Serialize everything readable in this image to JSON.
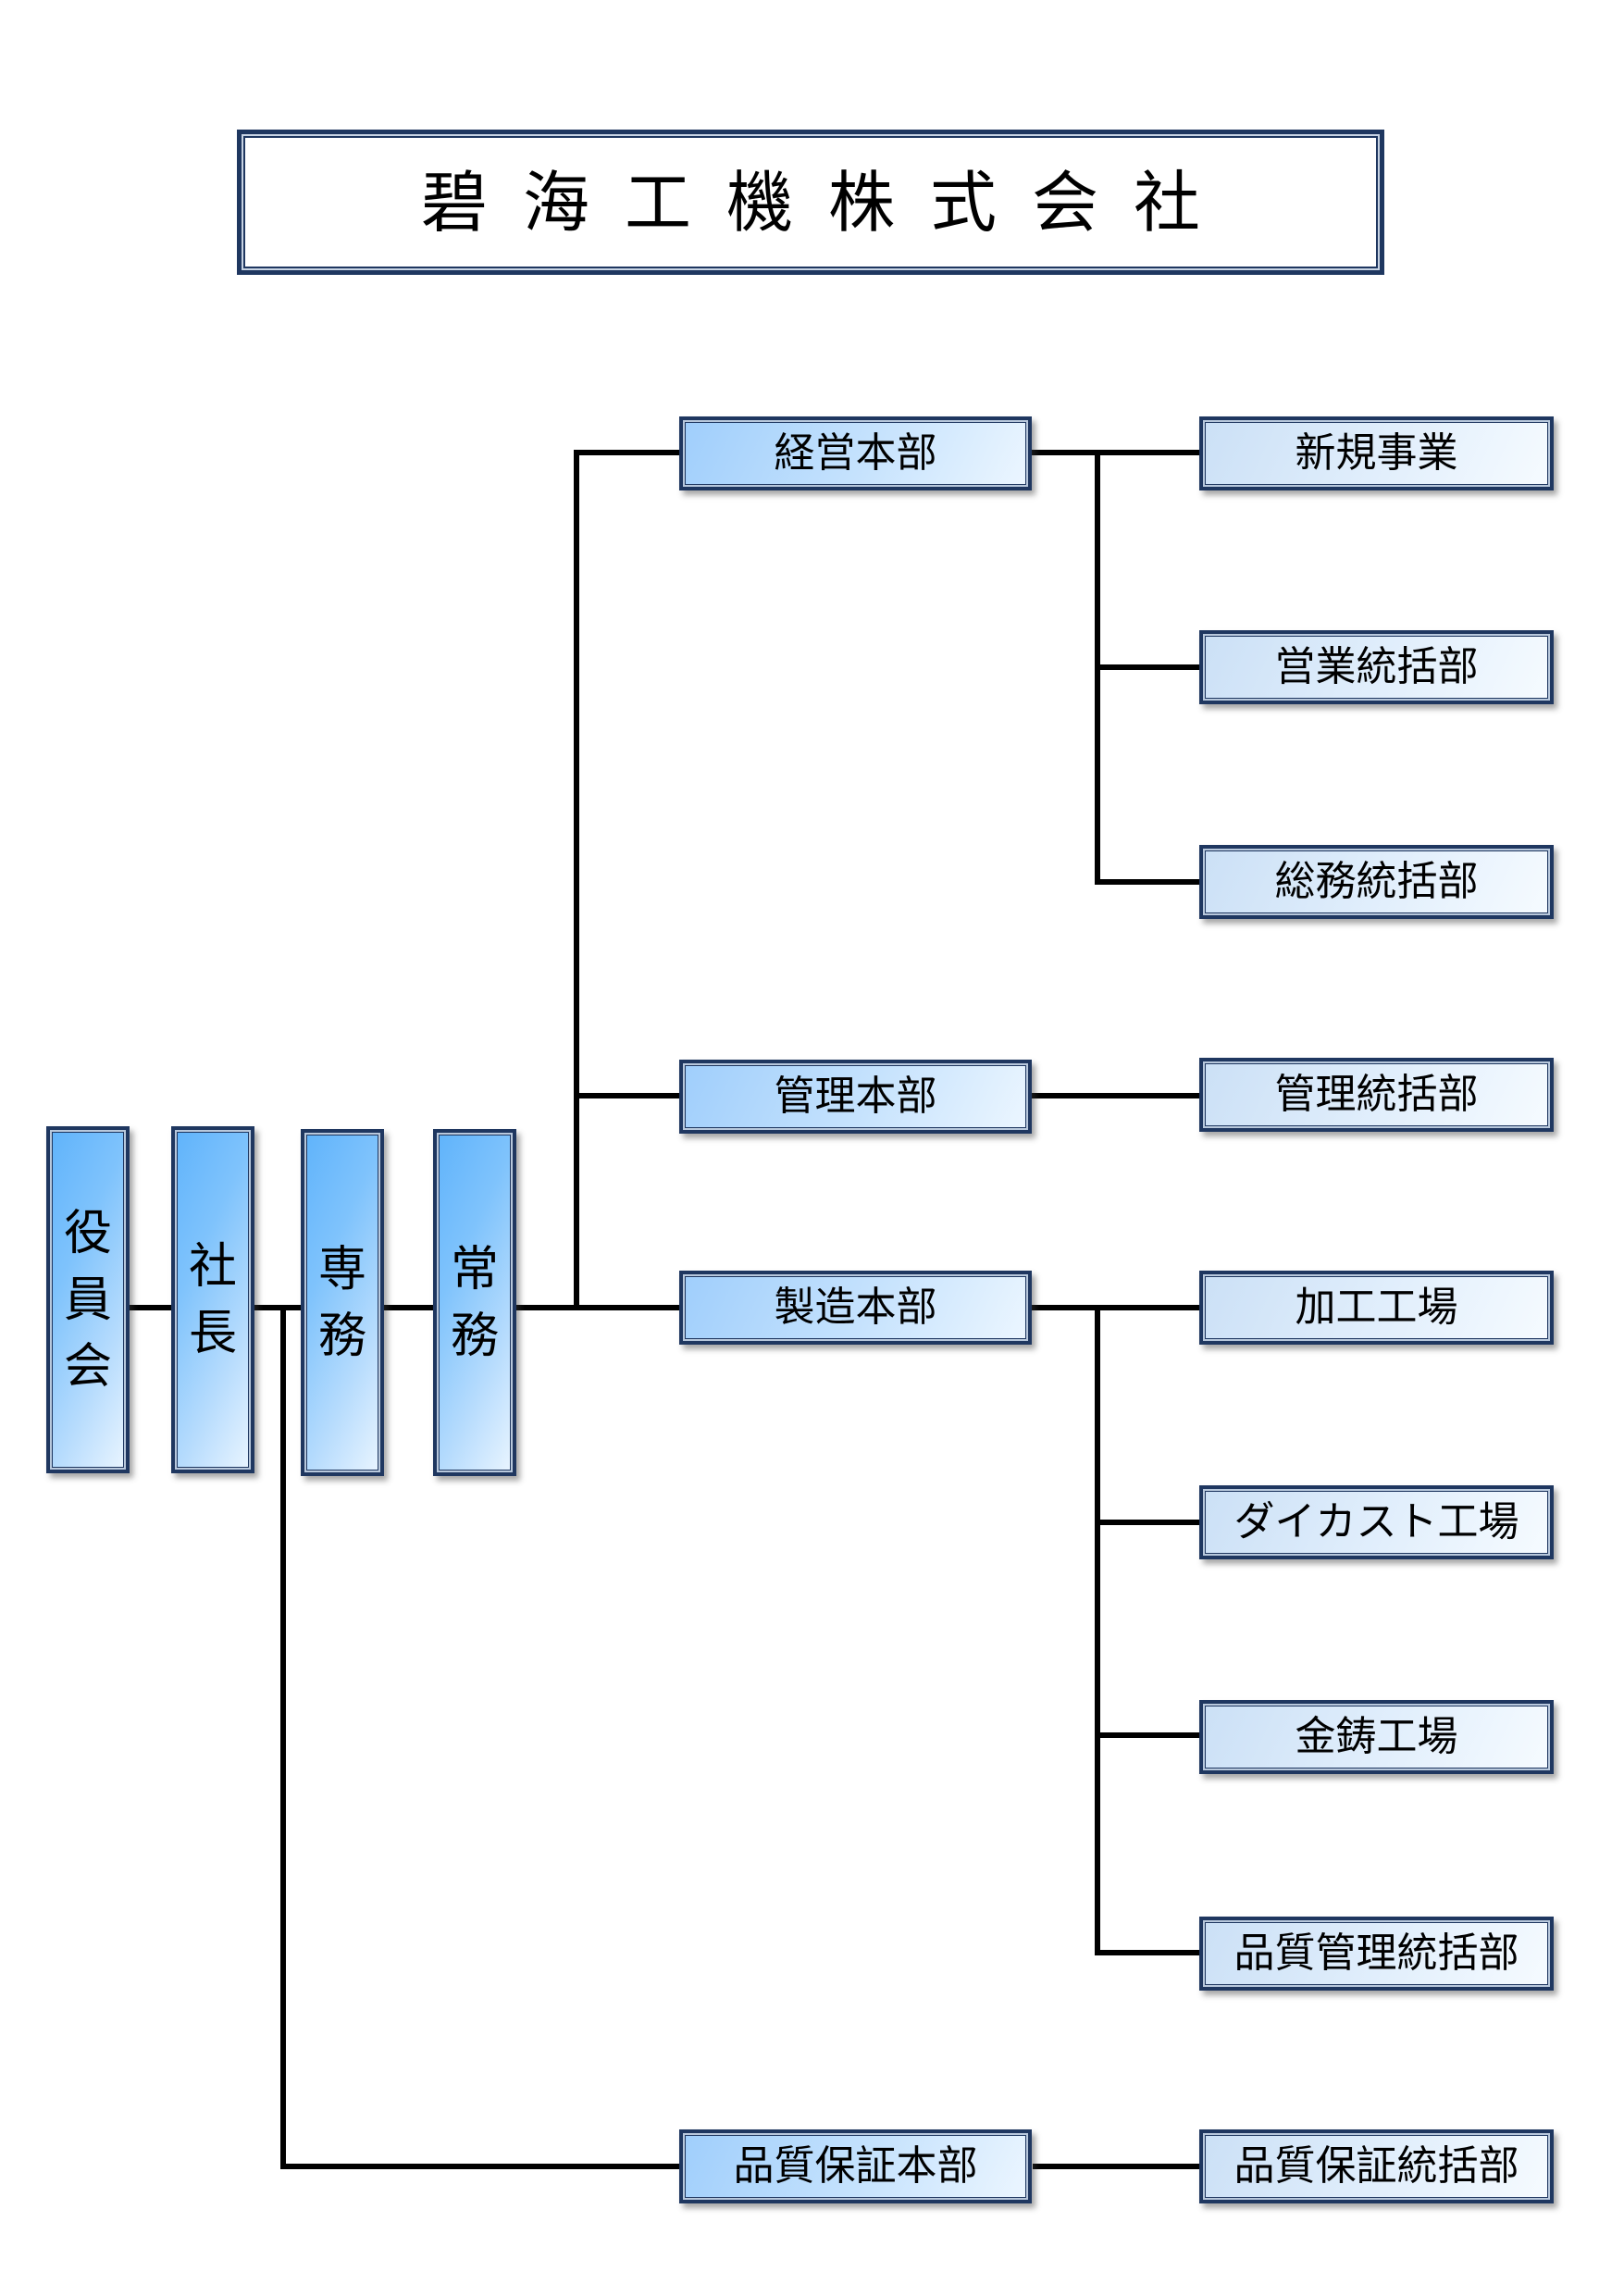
{
  "title": "碧海工機株式会社",
  "executives": [
    {
      "id": "board",
      "label": "役員会"
    },
    {
      "id": "president",
      "label": "社長"
    },
    {
      "id": "senior-managing-director",
      "label": "専務"
    },
    {
      "id": "managing-director",
      "label": "常務"
    }
  ],
  "headquarters": [
    {
      "id": "management-hq",
      "label": "経営本部"
    },
    {
      "id": "administration-hq",
      "label": "管理本部"
    },
    {
      "id": "manufacturing-hq",
      "label": "製造本部"
    },
    {
      "id": "quality-assurance-hq",
      "label": "品質保証本部"
    }
  ],
  "departments": [
    {
      "id": "new-business",
      "label": "新規事業",
      "parent": "経営本部"
    },
    {
      "id": "sales-division",
      "label": "営業統括部",
      "parent": "経営本部"
    },
    {
      "id": "general-affairs-division",
      "label": "総務統括部",
      "parent": "経営本部"
    },
    {
      "id": "administration-division",
      "label": "管理統括部",
      "parent": "管理本部"
    },
    {
      "id": "machining-plant",
      "label": "加工工場",
      "parent": "製造本部"
    },
    {
      "id": "die-casting-plant",
      "label": "ダイカスト工場",
      "parent": "製造本部"
    },
    {
      "id": "mold-casting-plant",
      "label": "金鋳工場",
      "parent": "製造本部"
    },
    {
      "id": "quality-control-division",
      "label": "品質管理統括部",
      "parent": "製造本部"
    },
    {
      "id": "quality-assurance-division",
      "label": "品質保証統括部",
      "parent": "品質保証本部"
    }
  ],
  "colors": {
    "border": "#1f3760",
    "executive_fill": "#5fb3fb",
    "hq_fill": "#9fcefc",
    "department_fill": "#cbe0f6",
    "connector": "#000000"
  }
}
